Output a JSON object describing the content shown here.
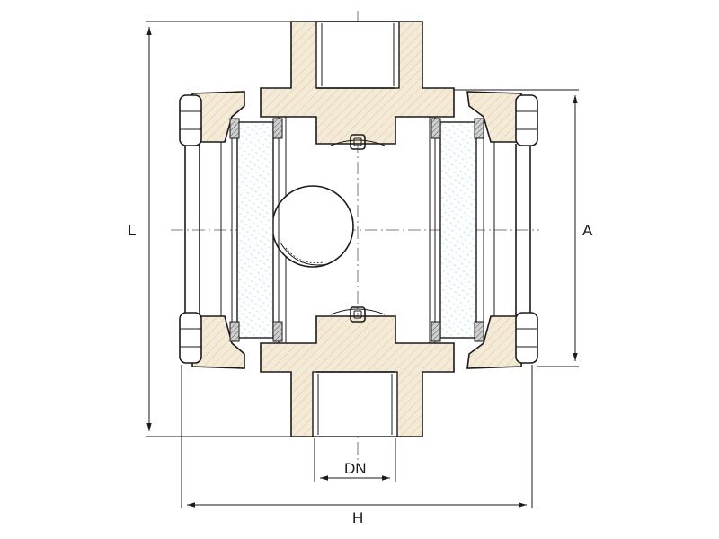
{
  "drawing": {
    "dimensions": {
      "length_label": "L",
      "height_label": "A",
      "bore_label": "DN",
      "width_label": "H"
    },
    "colors": {
      "body_fill": "#f5ead6",
      "hatch": "#d7c6a8",
      "glass_hatch": "#9ed6e6",
      "line": "#1a1a1a"
    }
  }
}
